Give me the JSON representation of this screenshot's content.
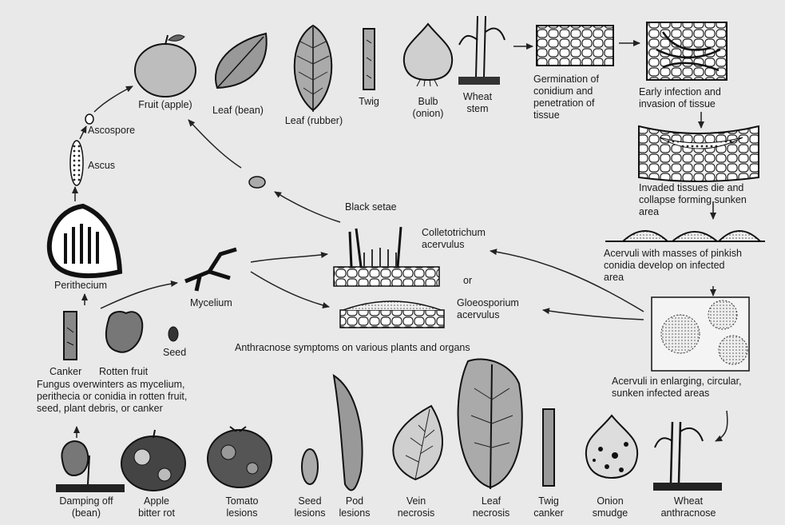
{
  "labels": {
    "fruit": "Fruit (apple)",
    "leaf_bean": "Leaf (bean)",
    "leaf_rubber": "Leaf (rubber)",
    "twig": "Twig",
    "bulb": "Bulb\n(onion)",
    "wheat_stem": "Wheat\nstem",
    "germination": "Germination of\nconidium and\npenetration of\ntissue",
    "early_infection": "Early infection and\ninvasion of tissue",
    "invaded": "Invaded tissues die and\ncollapse forming sunken\narea",
    "acervuli_develop": "Acervuli with masses of pinkish\nconidia develop on infected\narea",
    "acervuli_enlarging": "Acervuli in enlarging, circular,\nsunken infected areas",
    "ascospore": "Ascospore",
    "ascus": "Ascus",
    "perithecium": "Perithecium",
    "black_setae": "Black setae",
    "colletotrichum": "Colletotrichum\nacervulus",
    "or": "or",
    "gloeosporium": "Gloeosporium\nacervulus",
    "mycelium": "Mycelium",
    "canker": "Canker",
    "rotten_fruit": "Rotten fruit",
    "seed": "Seed",
    "overwinter": "Fungus overwinters as mycelium,\nperithecia or conidia in rotten fruit,\nseed, plant debris, or canker",
    "symptoms_title": "Anthracnose symptoms on various plants and organs"
  },
  "symptoms": [
    "Damping off\n(bean)",
    "Apple\nbitter rot",
    "Tomato\nlesions",
    "Seed\nlesions",
    "Pod\nlesions",
    "Vein\nnecrosis",
    "Leaf\nnecrosis",
    "Twig\ncanker",
    "Onion\nsmudge",
    "Wheat\nanthracnose"
  ]
}
